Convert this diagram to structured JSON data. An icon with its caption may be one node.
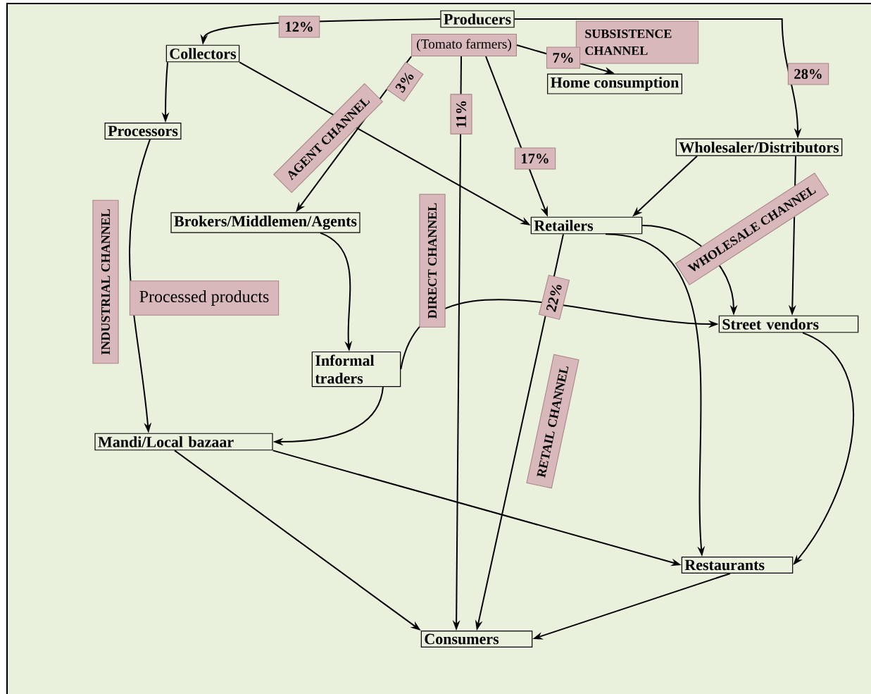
{
  "diagram": {
    "nodes": [
      {
        "text": [
          "Producers"
        ]
      },
      {
        "text": [
          "(Tomato farmers)"
        ]
      },
      {
        "text": [
          "Collectors"
        ]
      },
      {
        "text": [
          "Home consumption"
        ]
      },
      {
        "text": [
          "Processors"
        ]
      },
      {
        "text": [
          "Wholesaler/Distributors"
        ]
      },
      {
        "text": [
          "Brokers/Middlemen/Agents"
        ]
      },
      {
        "text": [
          "Retailers"
        ]
      },
      {
        "text": [
          "Street vendors"
        ]
      },
      {
        "text": [
          "Informal traders"
        ]
      },
      {
        "text": [
          "Mandi/Local bazaar"
        ]
      },
      {
        "text": [
          "Restaurants"
        ]
      },
      {
        "text": [
          "Consumers"
        ]
      }
    ],
    "edges": [
      {
        "from": 0,
        "to": 2,
        "arrow": "to",
        "label": "12%"
      },
      {
        "from": 1,
        "to": 3,
        "arrow": "to",
        "label": "7%"
      },
      {
        "from": 0,
        "to": 5,
        "arrow": "to",
        "label": "28%"
      },
      {
        "from": 1,
        "to": 6,
        "arrow": "to",
        "label": "3%"
      },
      {
        "from": 1,
        "to": 12,
        "arrow": "to",
        "label": "11%"
      },
      {
        "from": 1,
        "to": 7,
        "arrow": "to",
        "label": "17%"
      },
      {
        "from": 2,
        "to": 4,
        "arrow": "to"
      },
      {
        "from": 2,
        "to": 7,
        "arrow": "to"
      },
      {
        "from": 4,
        "to": 10,
        "arrow": "to"
      },
      {
        "from": 6,
        "to": 9,
        "arrow": "to"
      },
      {
        "from": 9,
        "to": 8,
        "arrow": "to"
      },
      {
        "from": 9,
        "to": 10,
        "arrow": "to"
      },
      {
        "from": 5,
        "to": 7,
        "arrow": "to"
      },
      {
        "from": 5,
        "to": 8,
        "arrow": "to"
      },
      {
        "from": 7,
        "to": 8,
        "arrow": "to"
      },
      {
        "from": 7,
        "to": 12,
        "arrow": "to",
        "label": "22%"
      },
      {
        "from": 7,
        "to": 11,
        "arrow": "to"
      },
      {
        "from": 8,
        "to": 11,
        "arrow": "to"
      },
      {
        "from": 10,
        "to": 12,
        "arrow": "to"
      },
      {
        "from": 10,
        "to": 11,
        "arrow": "to"
      },
      {
        "from": 11,
        "to": 12,
        "arrow": "to"
      }
    ],
    "labels": [
      "SUBSISTENCE CHANNEL",
      "AGENT CHANNEL",
      "WHOLESALE CHANNEL",
      "DIRECT CHANNEL",
      "INDUSTRIAL CHANNEL",
      "Processed products",
      "RETAIL CHANNEL"
    ]
  }
}
